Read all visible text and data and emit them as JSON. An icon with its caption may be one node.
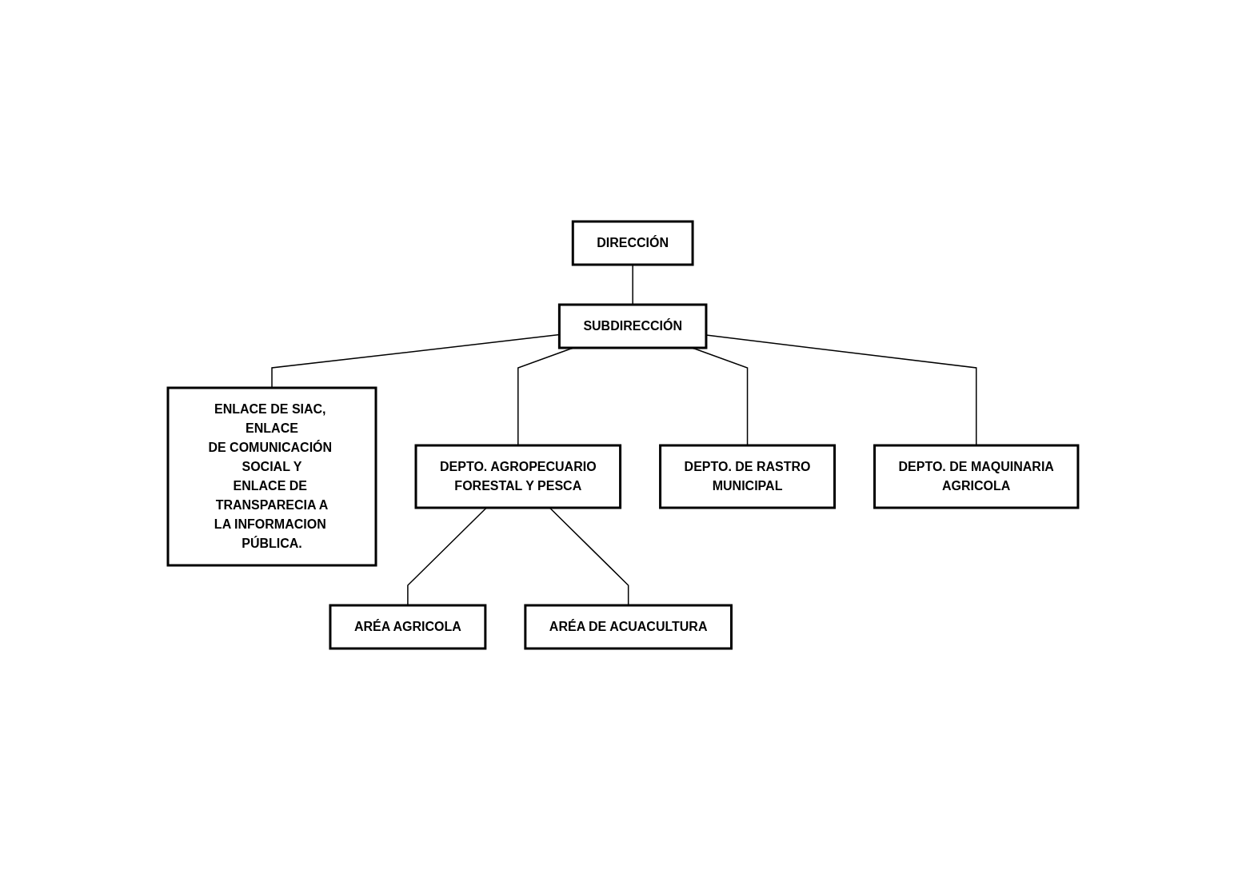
{
  "diagram": {
    "nodes": [
      {
        "text": [
          "DIRECCIÓN"
        ]
      },
      {
        "text": [
          "SUBDIRECCIÓN"
        ]
      },
      {
        "text": [
          "ENLACE DE SIAC, ENLACE DE COMUNICACIÓN SOCIAL Y ENLACE DE TRANSPARECIA A LA INFORMACION PÚBLICA."
        ]
      },
      {
        "text": [
          "DEPTO. AGROPECUARIO FORESTAL Y PESCA"
        ]
      },
      {
        "text": [
          "DEPTO. DE RASTRO MUNICIPAL"
        ]
      },
      {
        "text": [
          "DEPTO. DE MAQUINARIA AGRICOLA"
        ]
      },
      {
        "text": [
          "ARÉA AGRICOLA"
        ]
      },
      {
        "text": [
          "ARÉA DE ACUACULTURA"
        ]
      }
    ],
    "edges": [
      {
        "from": 0,
        "to": 1,
        "arrow": "none"
      },
      {
        "from": 1,
        "to": 2,
        "arrow": "none"
      },
      {
        "from": 1,
        "to": 3,
        "arrow": "none"
      },
      {
        "from": 1,
        "to": 4,
        "arrow": "none"
      },
      {
        "from": 1,
        "to": 5,
        "arrow": "none"
      },
      {
        "from": 3,
        "to": 6,
        "arrow": "none"
      },
      {
        "from": 3,
        "to": 7,
        "arrow": "none"
      }
    ]
  }
}
